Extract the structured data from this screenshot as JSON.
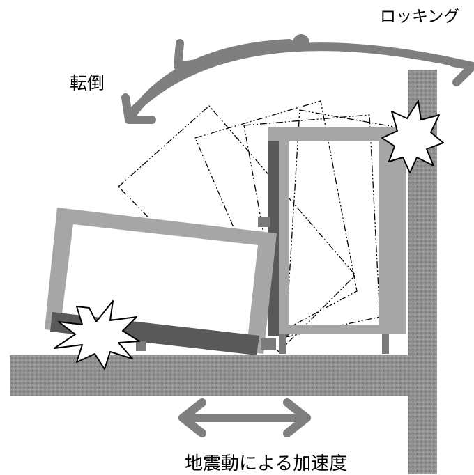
{
  "labels": {
    "rocking": "ロッキング",
    "overturn": "転倒",
    "ground_acceleration": "地震動による加速度"
  },
  "colors": {
    "arrow": "#7f7f7f",
    "cabinet_frame": "#a6a6a6",
    "cabinet_dark": "#595959",
    "floor_wall": "#8c8c8c",
    "outline": "#000000",
    "background": "#ffffff"
  },
  "icons": [
    "rocking-arc-arrow",
    "horizontal-double-arrow",
    "impact-burst"
  ]
}
